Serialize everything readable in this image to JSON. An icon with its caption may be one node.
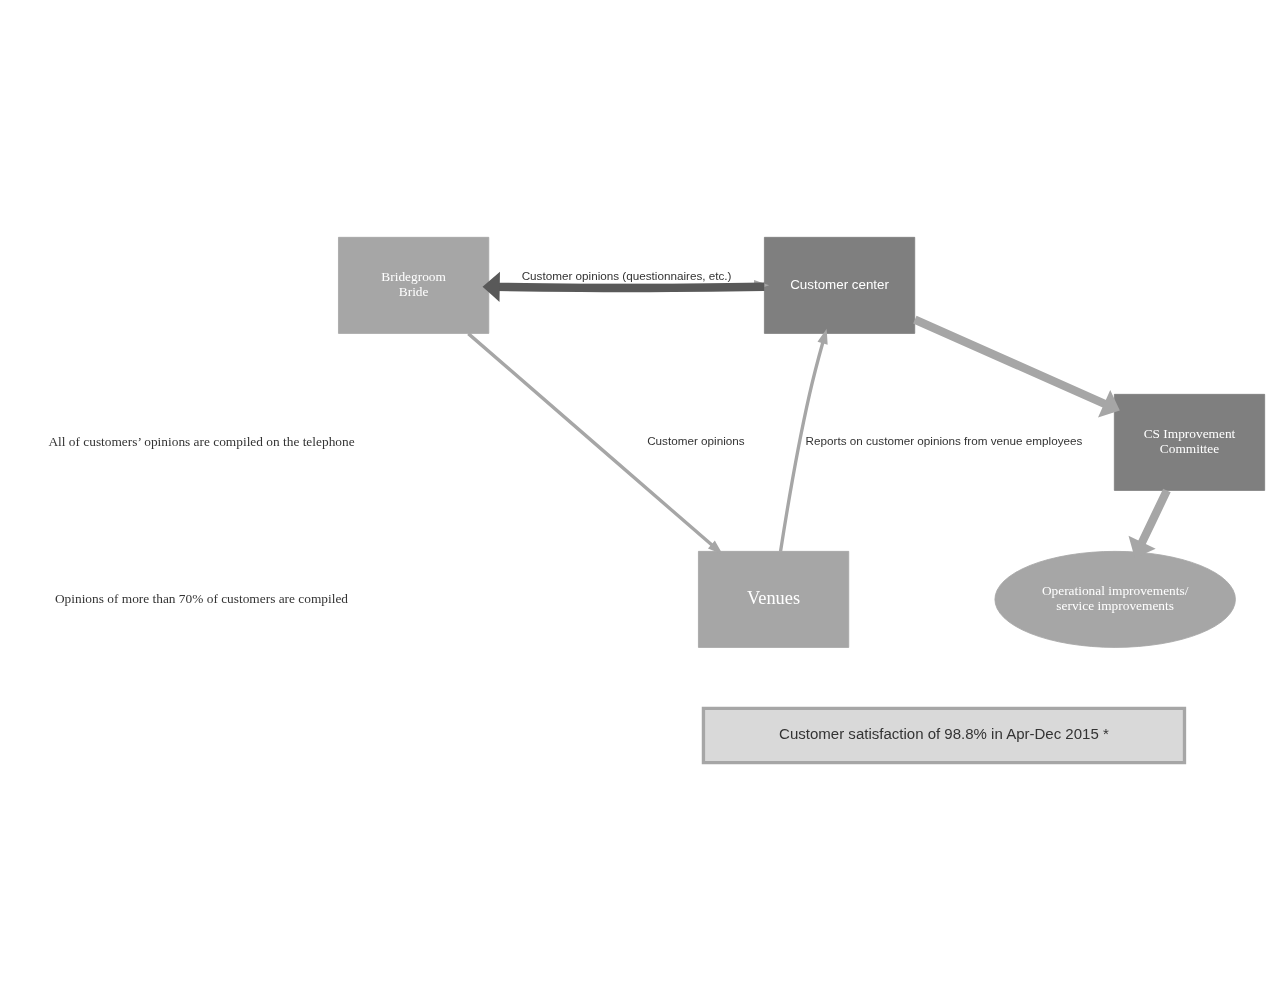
{
  "diagram": {
    "nodes": [
      {
        "text": [
          "Bridegroom Bride"
        ]
      },
      {
        "text": [
          "Customer center"
        ]
      },
      {
        "text": [
          "CS Improvement Committee"
        ]
      },
      {
        "text": [
          "Operational improvements/ service improvements"
        ]
      },
      {
        "text": [
          "Venues"
        ]
      },
      {
        "text": [
          "Customer satisfaction of 98.8% in Apr-Dec 2015 *"
        ]
      }
    ],
    "edges": [
      {
        "from": 0,
        "to": 1,
        "arrow": "to",
        "label": "Customer opinions (questionnaires, etc.)"
      },
      {
        "from": 1,
        "to": 0,
        "arrow": "to",
        "style": "thick",
        "color": "#595959"
      },
      {
        "from": 0,
        "to": 4,
        "arrow": "to",
        "label": "Customer opinions"
      },
      {
        "from": 4,
        "to": 1,
        "arrow": "to",
        "label": "Reports on customer opinions from venue employees"
      },
      {
        "from": 1,
        "to": 2,
        "arrow": "to",
        "style": "thick"
      },
      {
        "from": 2,
        "to": 3,
        "arrow": "to",
        "style": "thick"
      }
    ],
    "labels": [
      "All of customers’ opinions are compiled on the telephone",
      "Opinions of more than 70% of customers are compiled"
    ]
  }
}
